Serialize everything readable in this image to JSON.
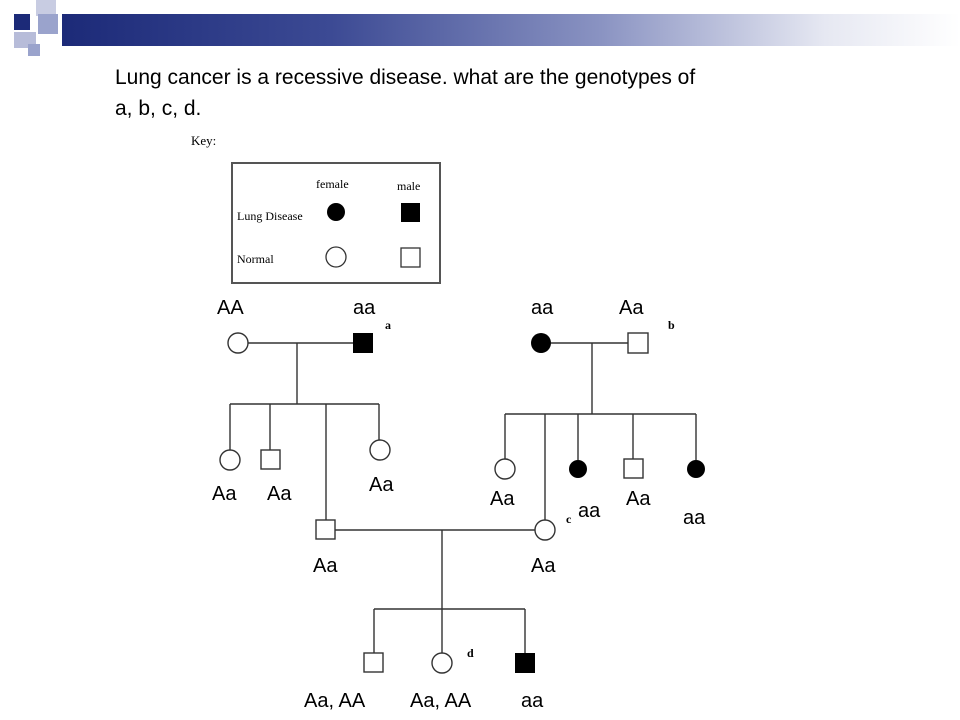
{
  "slide": {
    "question_lines": [
      "Lung cancer is a recessive disease. what are the genotypes of",
      "a, b, c, d."
    ]
  },
  "key": {
    "title": "Key:",
    "female_label": "female",
    "male_label": "male",
    "disease_label": "Lung Disease",
    "normal_label": "Normal"
  },
  "labels": {
    "a": "a",
    "b": "b",
    "c": "c",
    "d": "d"
  },
  "genotypes": {
    "gen1_left_female": "AA",
    "gen1_left_male": "aa",
    "gen1_right_female": "aa",
    "gen1_right_male": "Aa",
    "left_child1": "Aa",
    "left_child2": "Aa",
    "left_child4": "Aa",
    "left_child3": "Aa",
    "right_child1": "Aa",
    "right_child3": "aa",
    "right_child4": "Aa",
    "right_child5": "aa",
    "right_child2_c": "Aa",
    "gen3_child1": "Aa, AA",
    "gen3_child2_d": "Aa, AA",
    "gen3_child3": "aa"
  },
  "colors": {
    "accent_dark": "#1c2a78",
    "accent_light": "#9aa3cc",
    "affected": "#000000",
    "line": "#333333"
  }
}
